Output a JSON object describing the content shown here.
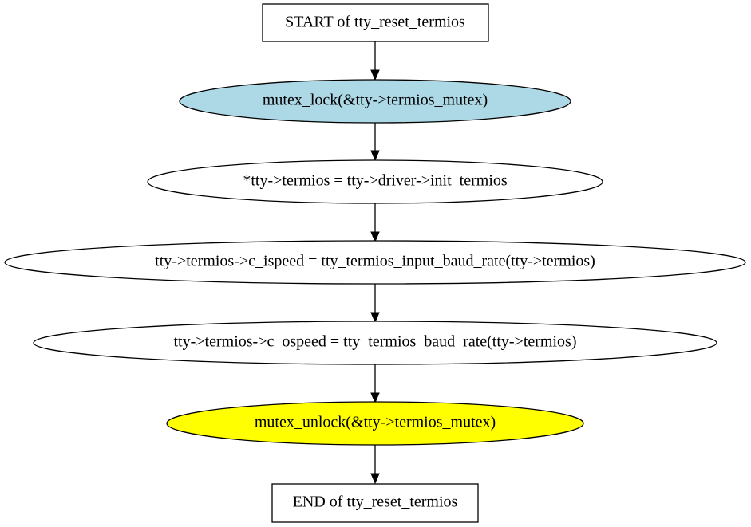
{
  "diagram": {
    "nodes": [
      {
        "id": "start",
        "label": "START of tty_reset_termios",
        "shape": "box",
        "fill": "#ffffff"
      },
      {
        "id": "lock",
        "label": "mutex_lock(&tty->termios_mutex)",
        "shape": "ellipse",
        "fill": "#add8e6"
      },
      {
        "id": "assign",
        "label": "*tty->termios = tty->driver->init_termios",
        "shape": "ellipse",
        "fill": "#ffffff"
      },
      {
        "id": "ispeed",
        "label": "tty->termios->c_ispeed = tty_termios_input_baud_rate(tty->termios)",
        "shape": "ellipse",
        "fill": "#ffffff"
      },
      {
        "id": "ospeed",
        "label": "tty->termios->c_ospeed = tty_termios_baud_rate(tty->termios)",
        "shape": "ellipse",
        "fill": "#ffffff"
      },
      {
        "id": "unlock",
        "label": "mutex_unlock(&tty->termios_mutex)",
        "shape": "ellipse",
        "fill": "#ffff00"
      },
      {
        "id": "end",
        "label": "END of tty_reset_termios",
        "shape": "box",
        "fill": "#ffffff"
      }
    ],
    "edges": [
      {
        "from": "start",
        "to": "lock"
      },
      {
        "from": "lock",
        "to": "assign"
      },
      {
        "from": "assign",
        "to": "ispeed"
      },
      {
        "from": "ispeed",
        "to": "ospeed"
      },
      {
        "from": "ospeed",
        "to": "unlock"
      },
      {
        "from": "unlock",
        "to": "end"
      }
    ]
  }
}
